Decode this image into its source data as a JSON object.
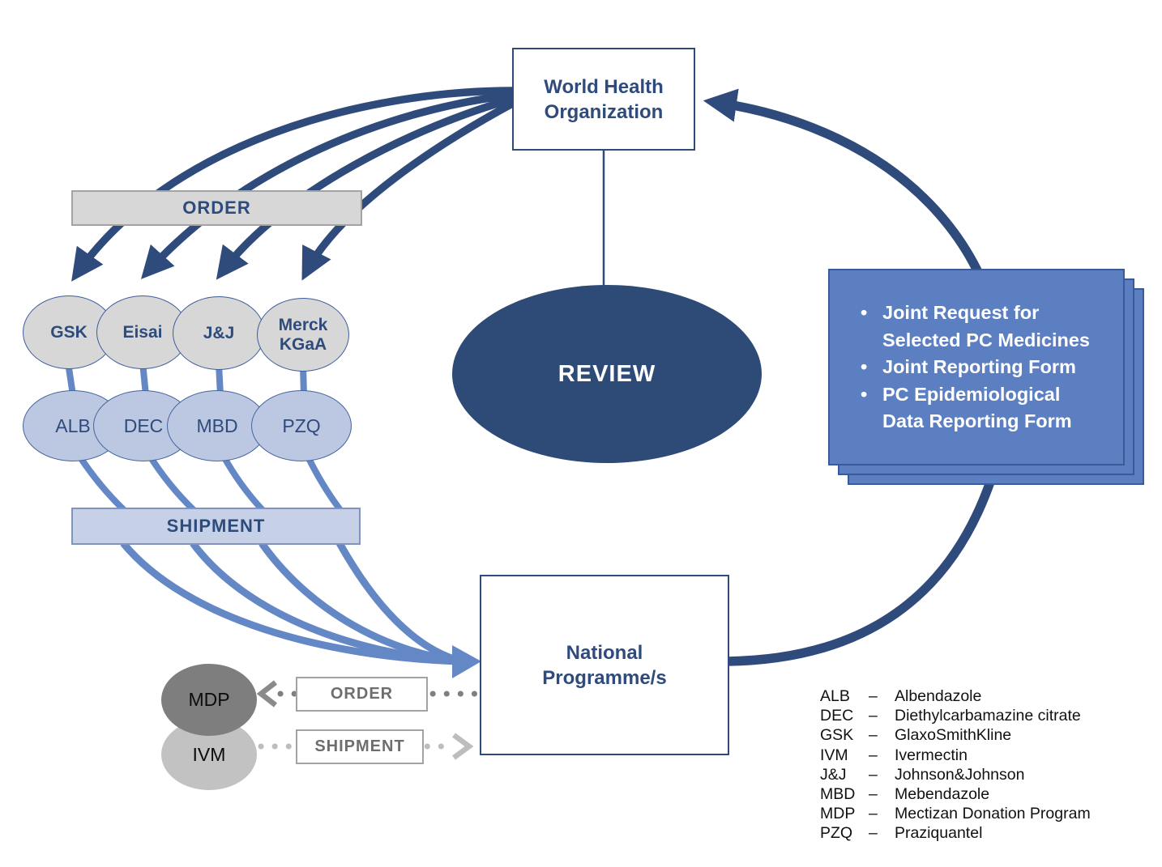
{
  "who": {
    "label": "World Health Organization"
  },
  "review": {
    "label": "REVIEW"
  },
  "national_programme": {
    "label": "National Programme/s"
  },
  "order_bar": {
    "label": "ORDER"
  },
  "shipment_bar": {
    "label": "SHIPMENT"
  },
  "suppliers": [
    {
      "label": "GSK"
    },
    {
      "label": "Eisai"
    },
    {
      "label": "J&J"
    },
    {
      "label": "Merck KGaA"
    }
  ],
  "medicines": [
    {
      "label": "ALB"
    },
    {
      "label": "DEC"
    },
    {
      "label": "MBD"
    },
    {
      "label": "PZQ"
    }
  ],
  "mdp": {
    "label": "MDP"
  },
  "ivm": {
    "label": "IVM"
  },
  "mdp_order_box": {
    "label": "ORDER"
  },
  "ivm_shipment_box": {
    "label": "SHIPMENT"
  },
  "documents": {
    "items": [
      "Joint Request for Selected PC Medicines",
      "Joint Reporting Form",
      "PC Epidemiological Data Reporting Form"
    ]
  },
  "legend": {
    "separator": "–",
    "items": [
      {
        "abbr": "ALB",
        "name": "Albendazole"
      },
      {
        "abbr": "DEC",
        "name": "Diethylcarbamazine citrate"
      },
      {
        "abbr": "GSK",
        "name": "GlaxoSmithKline"
      },
      {
        "abbr": "IVM",
        "name": "Ivermectin"
      },
      {
        "abbr": "J&J",
        "name": "Johnson&Johnson"
      },
      {
        "abbr": "MBD",
        "name": "Mebendazole"
      },
      {
        "abbr": "MDP",
        "name": "Mectizan Donation Program"
      },
      {
        "abbr": "PZQ",
        "name": "Praziquantel"
      }
    ]
  },
  "colors": {
    "navy": "#2E4B7C",
    "mid_blue": "#5C7FC1",
    "light_blue_arrow": "#6488C6",
    "pale_blue": "#bcc8e2",
    "gray_fill": "#d7d7d7",
    "mdp_gray": "#7E7E7E",
    "ivm_gray": "#c2c2c2",
    "dotted_dark": "#7F7F7F",
    "dotted_light": "#BDBDBD"
  }
}
